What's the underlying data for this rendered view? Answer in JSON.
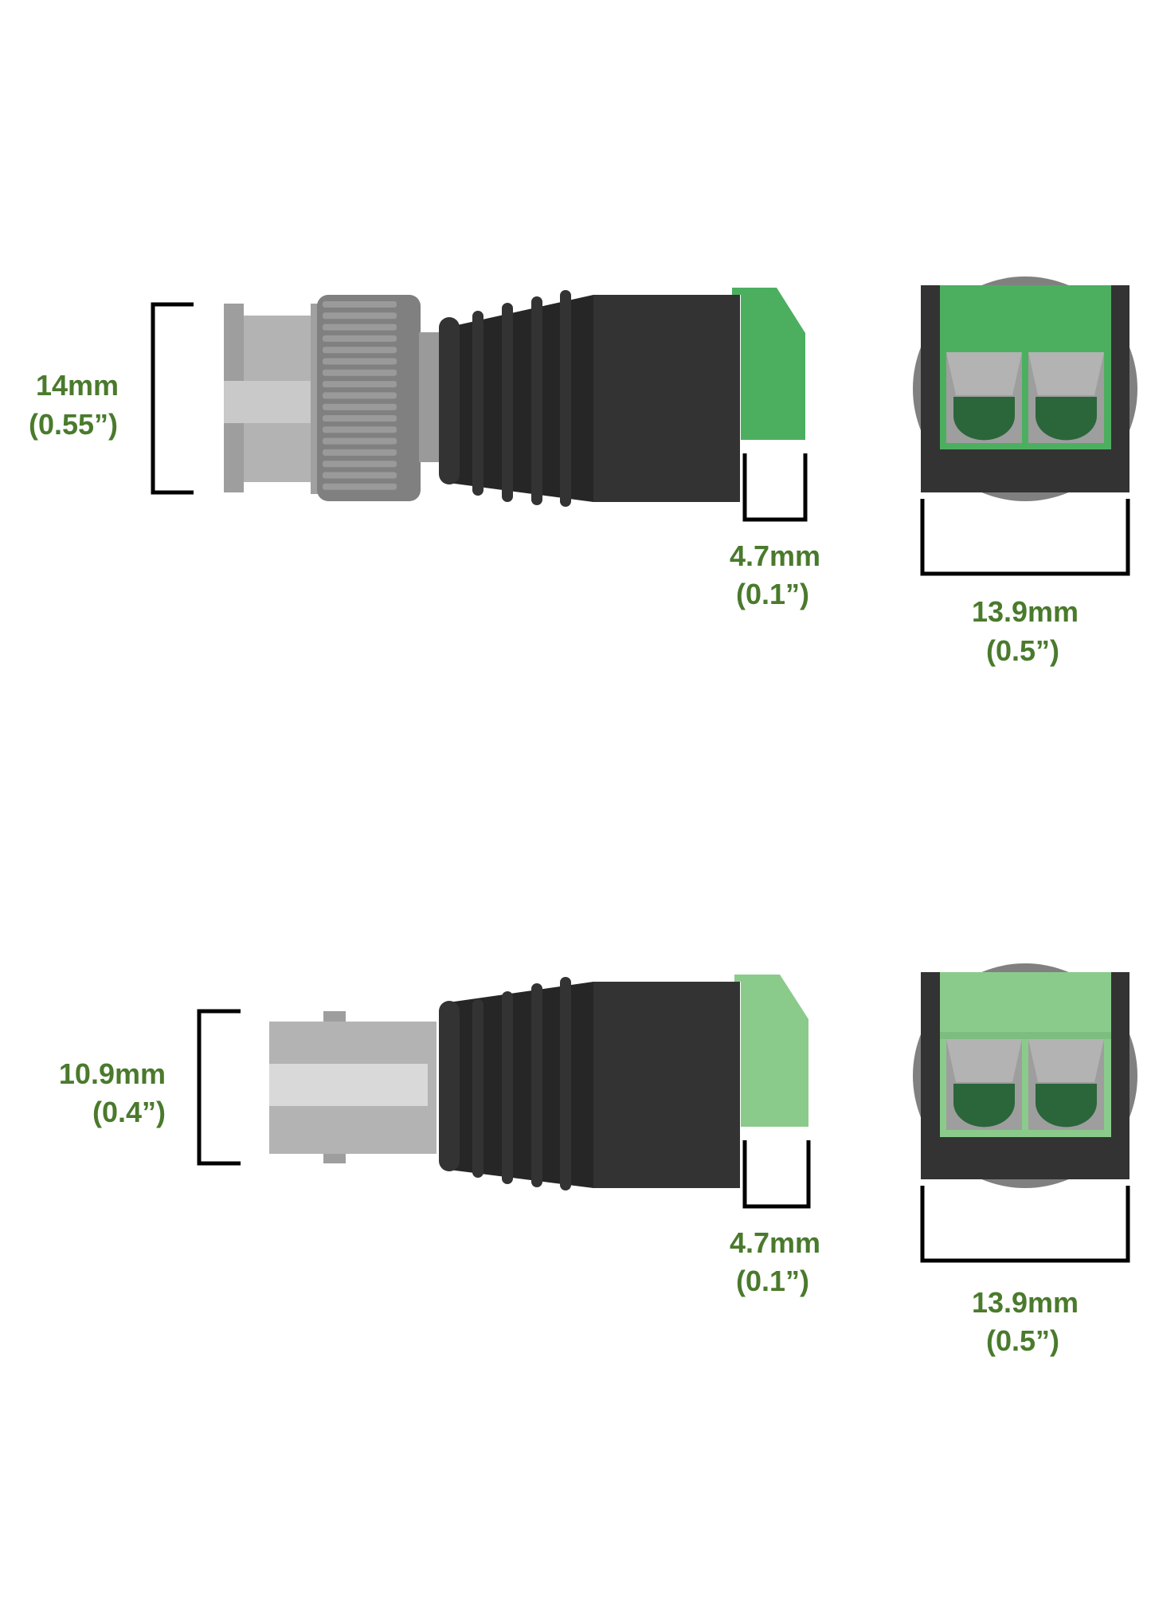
{
  "colors": {
    "label": "#4a7a2c",
    "green_top": "#4caf60",
    "green_bottom": "#8acb8c",
    "body": "#333333",
    "bracket": "#000000"
  },
  "top_connector": {
    "height_mm": "14mm",
    "height_in": "(0.55”)",
    "tab_mm": "4.7mm",
    "tab_in": "(0.1”)",
    "width_mm": "13.9mm",
    "width_in": "(0.5”)"
  },
  "bottom_connector": {
    "height_mm": "10.9mm",
    "height_in": "(0.4”)",
    "tab_mm": "4.7mm",
    "tab_in": "(0.1”)",
    "width_mm": "13.9mm",
    "width_in": "(0.5”)"
  }
}
